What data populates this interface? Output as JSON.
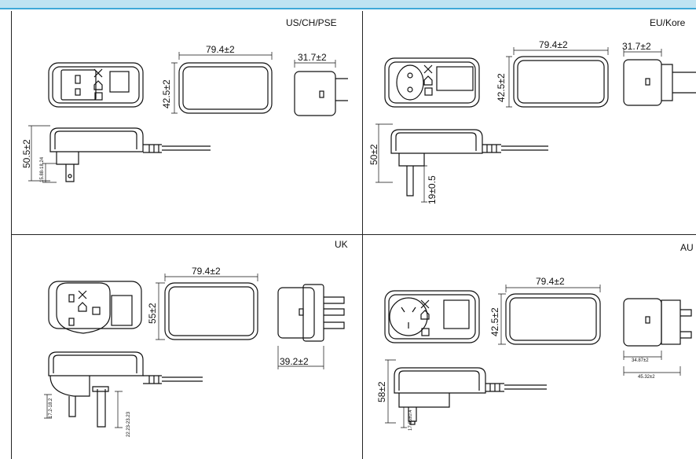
{
  "panels": [
    {
      "region": "US/CH/PSE",
      "width": "79.4±2",
      "depth": "31.7±2",
      "height": "42.5±2",
      "side_height": "50.5±2",
      "pin": "15.88-18.24"
    },
    {
      "region": "EU/Kore",
      "width": "79.4±2",
      "depth": "31.7±2",
      "height": "42.5±2",
      "side_height": "50±2",
      "pin": "19±0.5"
    },
    {
      "region": "UK",
      "width": "79.4±2",
      "depth": "39.2±2",
      "height": "55±2",
      "pin_a": "17.2-18.2",
      "pin_b": "22.23-23.23"
    },
    {
      "region": "AU",
      "width": "79.4±2",
      "height": "42.5±2",
      "side_height": "58±2",
      "pin": "17.06±0.4",
      "depth_a": "34.87±2",
      "depth_b": "45.32±2"
    }
  ],
  "colors": {
    "header": "#bfe3f2",
    "header_border": "#3fa8d8",
    "line": "#222222"
  }
}
